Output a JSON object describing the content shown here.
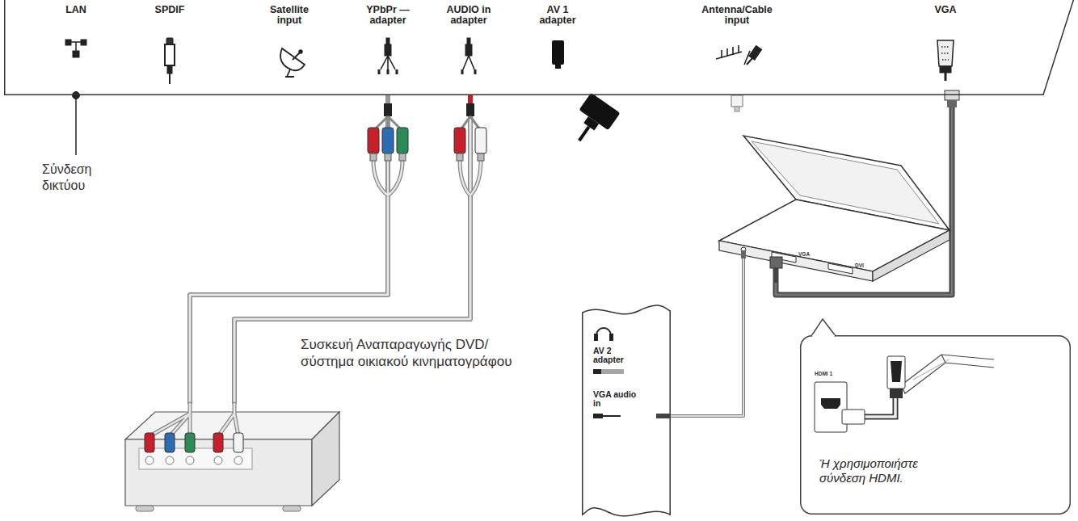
{
  "diagram": {
    "nodes": [
      {
        "text": [
          "LAN",
          "SPDIF",
          "Satellite input",
          "YPbPr — adapter",
          "AUDIO in adapter",
          "AV 1 adapter",
          "Antenna/Cable input",
          "VGA"
        ]
      },
      {
        "text": [
          "Συσκευή Αναπαραγωγής DVD/ σύστημα οικιακού κινηματογράφου"
        ]
      },
      {
        "text": [
          "AV 2 adapter",
          "VGA audio in"
        ]
      },
      {
        "text": [
          "VGA",
          "DVI"
        ]
      },
      {
        "text": [
          "HDMI 1",
          "Ή χρησιμοποιήστε σύνδεση HDMI."
        ]
      }
    ],
    "edges": [
      {
        "from": 1,
        "to": 0,
        "arrow": "none"
      },
      {
        "from": 1,
        "to": 0,
        "arrow": "none"
      },
      {
        "from": 3,
        "to": 0,
        "arrow": "none"
      },
      {
        "from": 3,
        "to": 2,
        "arrow": "none"
      }
    ],
    "labels": [
      "Σύνδεση δικτύου"
    ]
  }
}
